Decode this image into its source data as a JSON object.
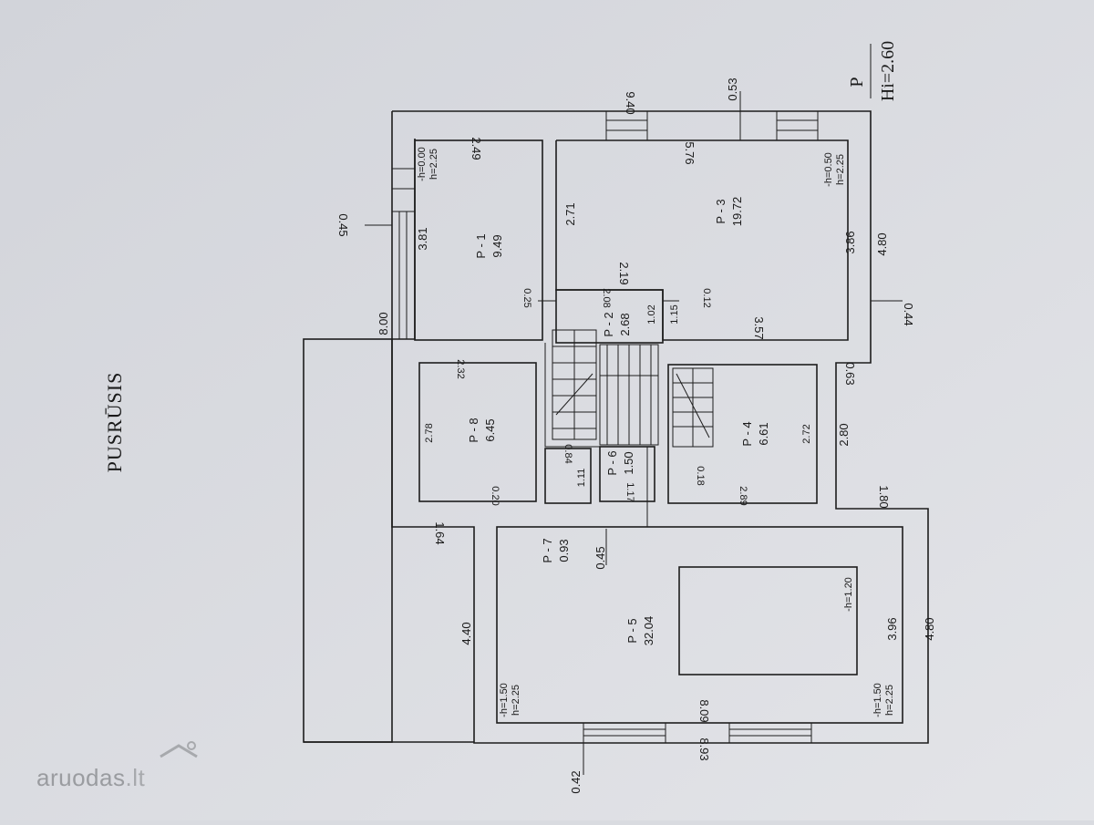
{
  "drawing": {
    "title": "PUSRŪSIS",
    "level_label": "P",
    "level_height": "Hi=2.60"
  },
  "rooms": [
    {
      "id": "P - 1",
      "area": "9.49"
    },
    {
      "id": "P - 2",
      "area": "2.68"
    },
    {
      "id": "P - 3",
      "area": "19.72"
    },
    {
      "id": "P - 4",
      "area": "6.61"
    },
    {
      "id": "P - 5",
      "area": "32.04"
    },
    {
      "id": "P - 6",
      "area": "1.50"
    },
    {
      "id": "P - 7",
      "area": "0.93"
    },
    {
      "id": "P - 8",
      "area": "6.45"
    }
  ],
  "dimensions": {
    "top_total": "9.40",
    "window_top": "0.53",
    "p3_width": "5.76",
    "p3_height_left": "2.71",
    "p3_height_right": "3.86",
    "p3_bottom": "3.57",
    "p3_notch": "2.19",
    "p1_width": "2.49",
    "p1_height": "3.81",
    "left_wall_window": "0.45",
    "left_total": "8.00",
    "right_upper": "4.80",
    "right_offset": "0.44",
    "right_step": "0.63",
    "right_mid": "2.80",
    "right_bottom_step": "1.80",
    "right_lower": "4.80",
    "p1_p2_wall": "0.25",
    "p2_width": "2.08",
    "p2_height": "1.02",
    "p2_right": "1.15",
    "p2_wall": "0.12",
    "p8_width": "2.32",
    "p8_height": "2.78",
    "p8_wall": "0.20",
    "p4_height": "2.72",
    "p4_width": "2.89",
    "p4_wall": "0.18",
    "p7_width": "0.84",
    "p7_height": "1.11",
    "p6_width": "1.17",
    "door_gap": "0.45",
    "left_lower": "1.64",
    "annex_height": "4.40",
    "p5_width": "8.09",
    "p5_height": "3.96",
    "bottom_total": "8.93",
    "bottom_window": "0.42"
  },
  "levels": {
    "p1_floor": "-h=0.00",
    "p1_ceiling": "h=2.25",
    "p3_floor": "-h=0.50",
    "p3_ceiling": "h=2.25",
    "pit": "-h=1.20",
    "p5_floor_left": "-h=1.50",
    "p5_ceiling_left": "h=2.25",
    "p5_floor_right": "-h=1.50",
    "p5_ceiling_right": "h=2.25"
  },
  "watermark": {
    "name": "aruodas",
    "tld": ".lt"
  }
}
